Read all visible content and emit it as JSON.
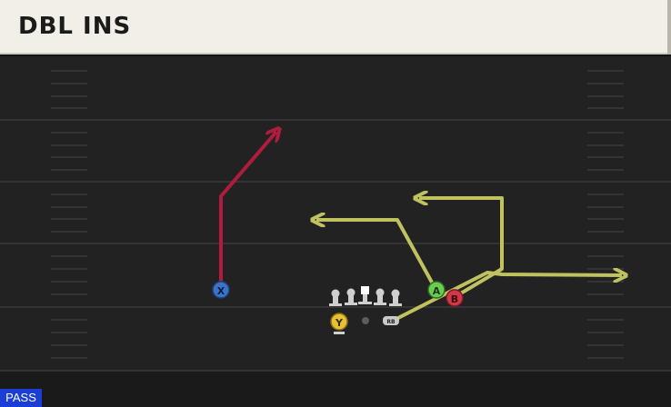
{
  "play": {
    "name": "DBL INS",
    "type_tag": "PASS"
  },
  "players": {
    "x_label": "X",
    "y_label": "Y",
    "a_label": "A",
    "b_label": "B",
    "rb_label": "RB"
  },
  "colors": {
    "title_bar_bg": "#f1efe8",
    "field_bg": "#222222",
    "route_red": "#b01c3c",
    "route_yellow": "#bfc25f",
    "x_player": "#3b73c9",
    "y_player": "#e7c132",
    "a_player": "#6bcc55",
    "b_player": "#d33848",
    "pass_tag_bg": "#1b3fd6"
  }
}
